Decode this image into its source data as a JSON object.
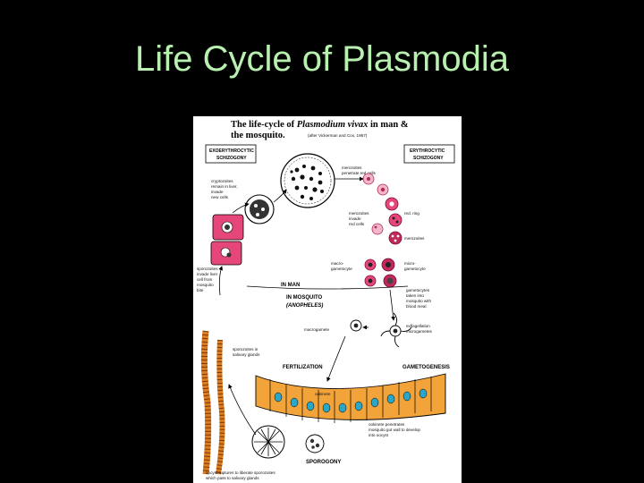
{
  "slide": {
    "title": "Life Cycle of Plasmodia"
  },
  "figure": {
    "title_line1_a": "The life-cycle of ",
    "title_line1_b": "Plasmodium vivax",
    "title_line1_c": " in man &",
    "title_line2": "the mosquito.",
    "attribution": "(after Vickerman and Cox, 1967)",
    "boxes": {
      "exo_line1": "EXOERYTHROCYTIC",
      "exo_line2": "SCHIZOGONY",
      "ery_line1": "ERYTHROCYTIC",
      "ery_line2": "SCHIZOGONY"
    },
    "phases": {
      "in_man": "IN MAN",
      "in_mosquito": "IN MOSQUITO",
      "anopheles": "(ANOPHELES)",
      "fertilization": "FERTILIZATION",
      "gametogenesis": "GAMETOGENESIS",
      "sporogony": "SPOROGONY"
    },
    "labels": {
      "merozoites_penetrate": "merozoites penetrate red cells",
      "cryptozoites": "cryptozoites remain in liver, invade new cells",
      "merozoites_invade": "merozoites invade red cells",
      "ring": "red. ring",
      "merozoites": "merozoites",
      "macrogametocyte": "macro-gametocyte",
      "microgametocyte": "micro-gametocyte",
      "sporozoites_invade": "sporozoites invade liver cell from mosquito bite",
      "gametocytes_enter": "gametocytes taken into mosquito with blood meal",
      "exflagellation": "exflagellation microgametes",
      "macrogamete": "macrogamete",
      "sporozoites_glands": "sporozoites in salivary glands",
      "ookinete": "ookinete",
      "ookinete_penetrates": "ookinete penetrates mosquito gut wall to develop into oocyst",
      "oocyst_ruptures": "oocyst ruptures to liberate sporozoites which pass to salivary glands"
    }
  }
}
